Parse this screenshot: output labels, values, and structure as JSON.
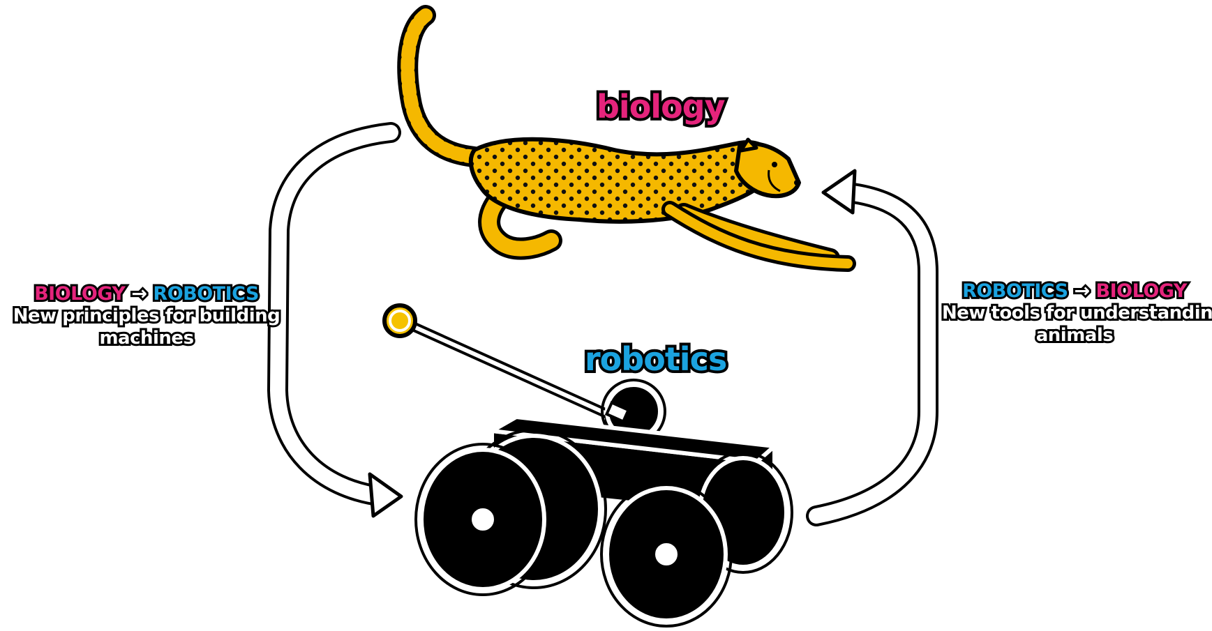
{
  "labels": {
    "biology": "biology",
    "robotics": "robotics"
  },
  "left_caption": {
    "from": "BIOLOGY",
    "arrow": "→",
    "to": "ROBOTICS",
    "line1": "New principles for building",
    "line2": "machines"
  },
  "right_caption": {
    "from": "ROBOTICS",
    "arrow": "→",
    "to": "BIOLOGY",
    "line1": "New tools for understanding",
    "line2": "animals"
  },
  "colors": {
    "biology": "#e5247c",
    "robotics": "#1ba3e0",
    "cheetah_fur": "#f5b800",
    "outline": "#000000",
    "ball": "#f5c200"
  },
  "icons": [
    "cheetah-icon",
    "robot-rover-icon",
    "cycle-arrow-left",
    "cycle-arrow-right"
  ]
}
